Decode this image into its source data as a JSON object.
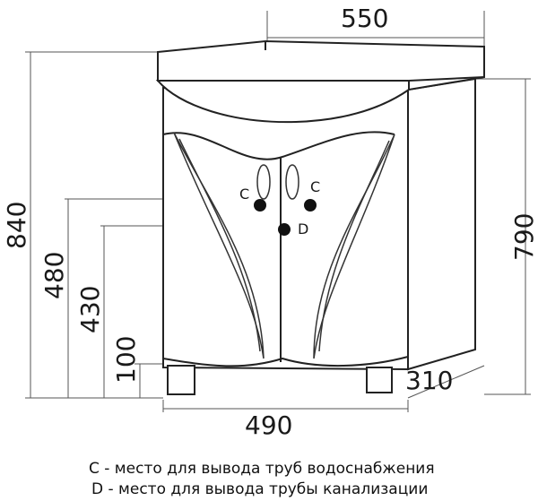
{
  "dimensions": {
    "width_top": "550",
    "width_bottom": "490",
    "depth": "310",
    "height_total": "840",
    "height_body": "790",
    "height_c": "480",
    "height_d": "430",
    "height_legs": "100"
  },
  "markers": {
    "c_left": "C",
    "c_right": "C",
    "d": "D"
  },
  "legend": {
    "line_c": "C - место для вывода труб водоснабжения",
    "line_d": "D - место для вывода трубы канализации"
  },
  "colors": {
    "ink": "#222222",
    "dot": "#111111"
  }
}
